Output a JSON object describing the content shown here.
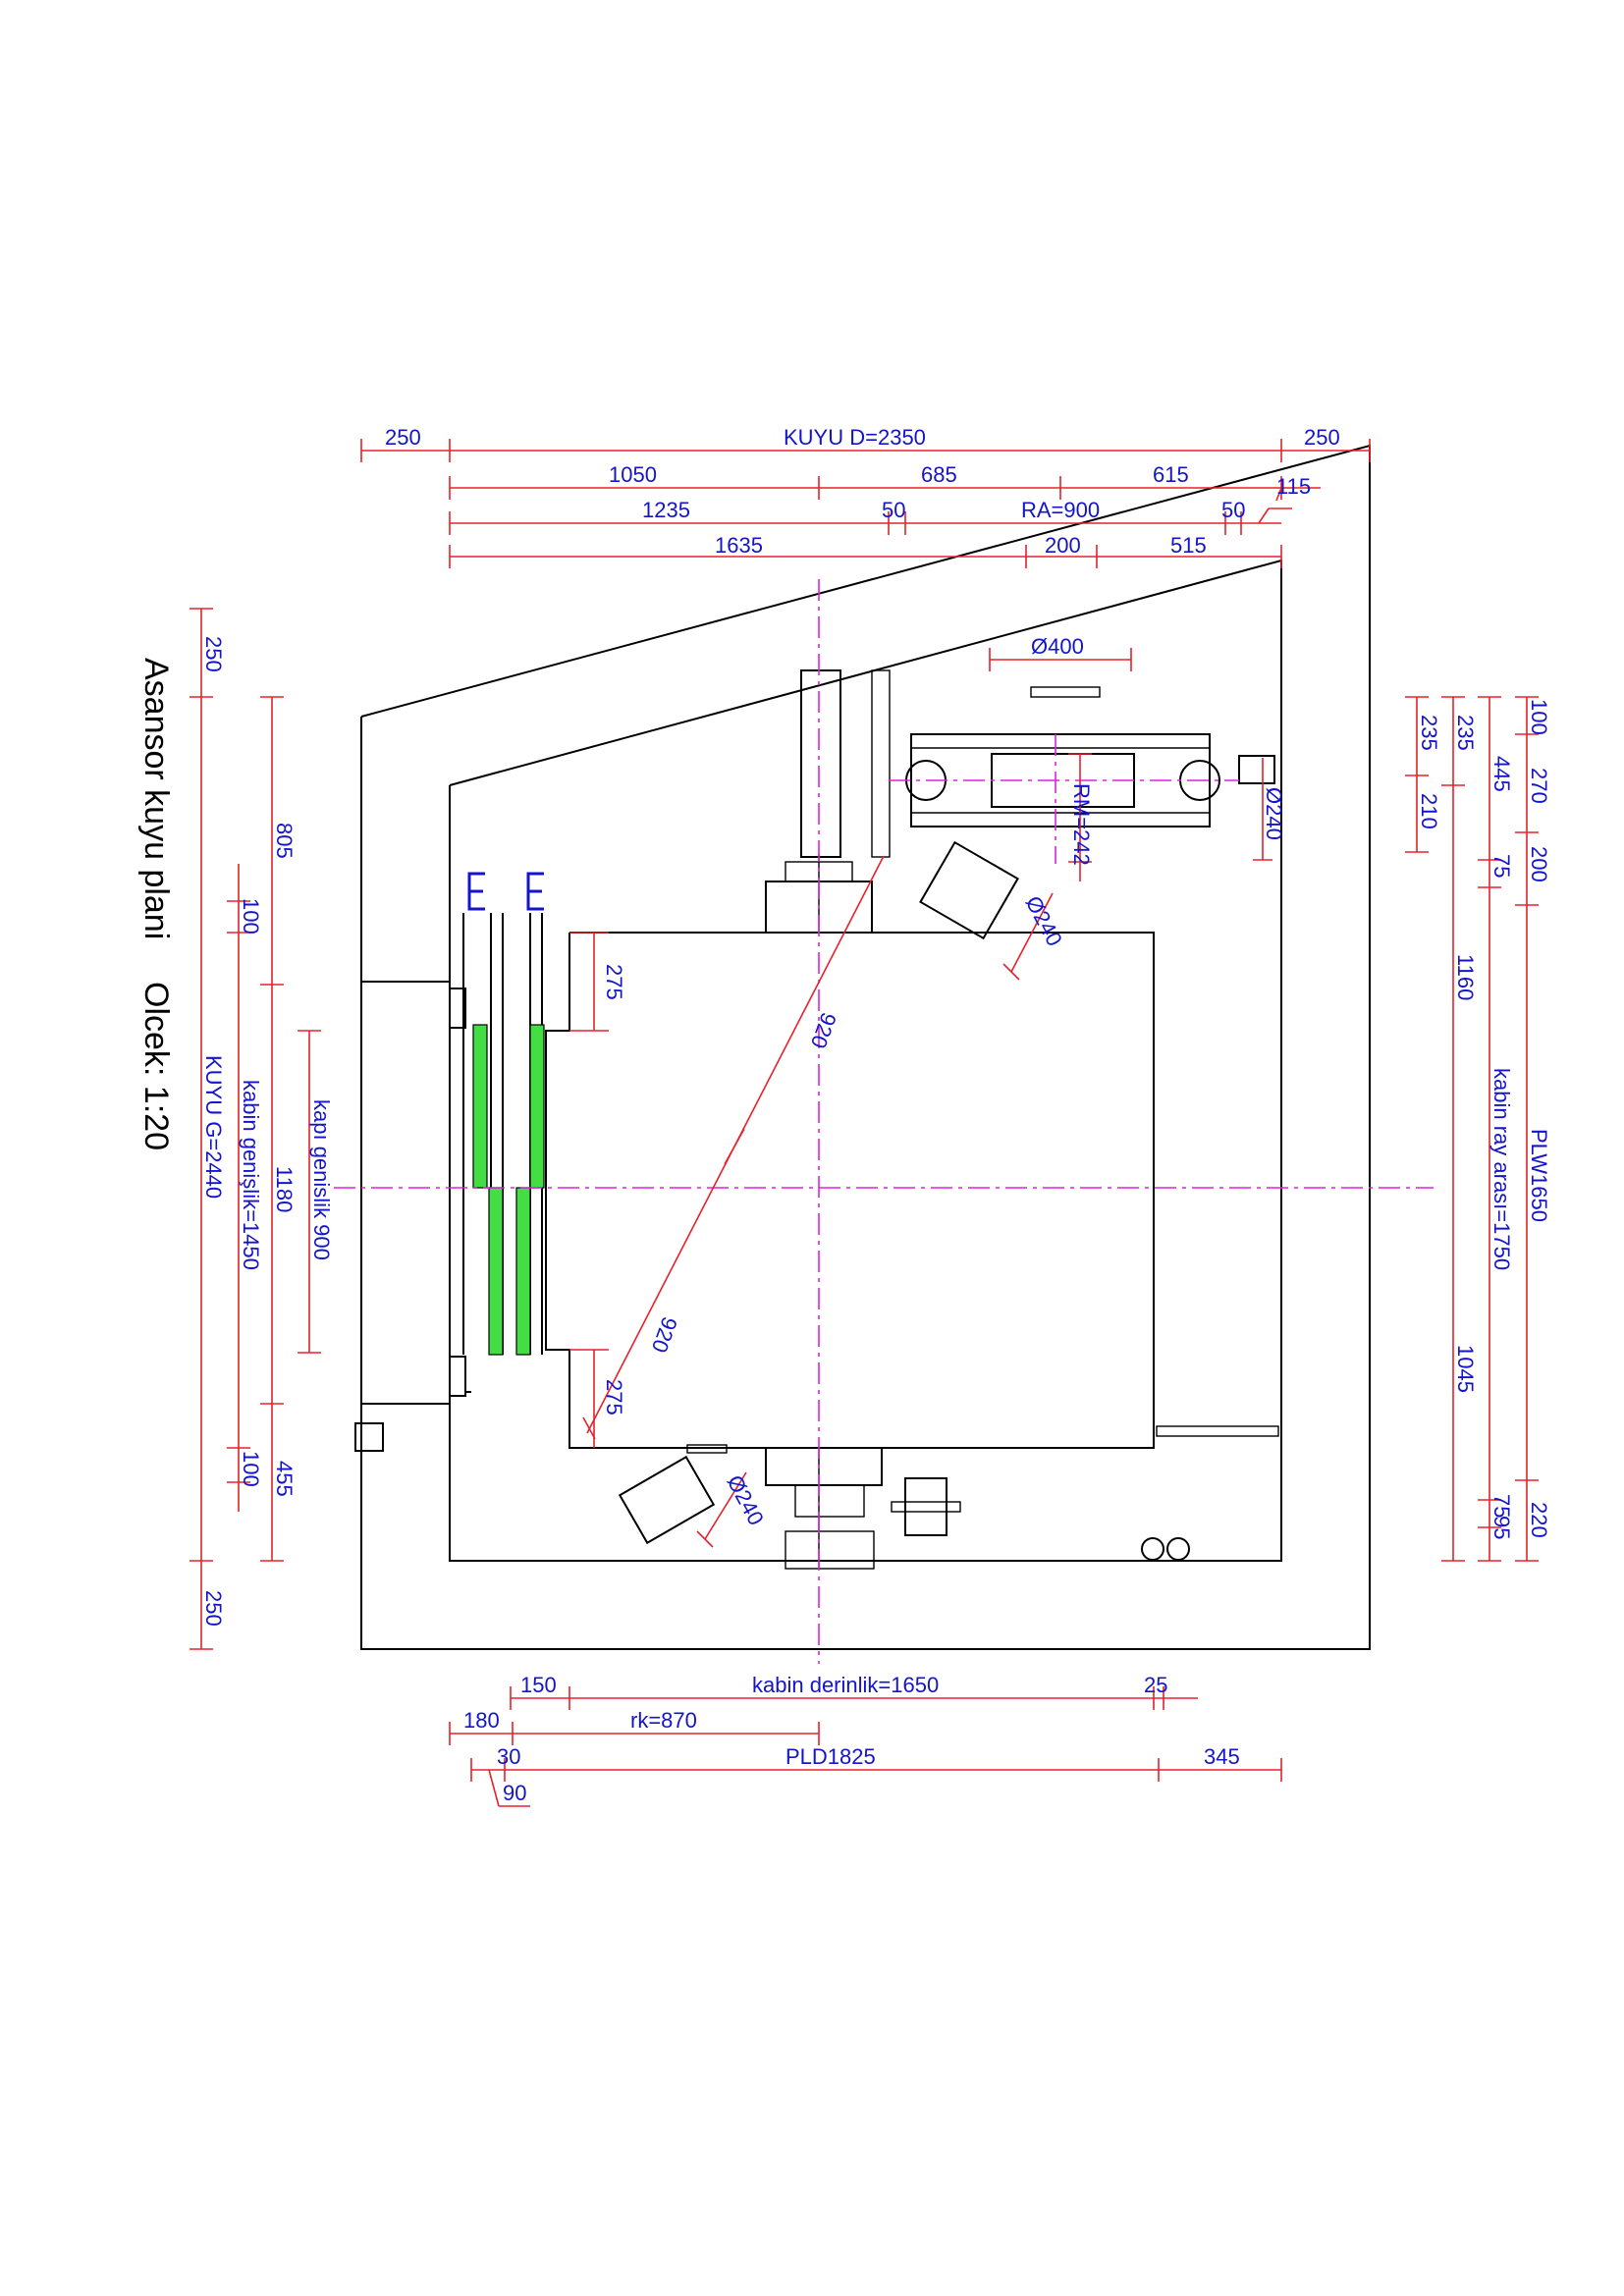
{
  "title": "Asansor kuyu plani",
  "scale": "Olcek: 1:20",
  "colors": {
    "dimension_line": "#e8202a",
    "dimension_text": "#1414cc",
    "outline": "#000000",
    "center_line": "#e020e0",
    "door_panel": "#44dd44"
  },
  "top_dims": {
    "row1": [
      "250",
      "KUYU D=2350",
      "250"
    ],
    "row2": [
      "1050",
      "685",
      "615",
      "115"
    ],
    "row3": [
      "1235",
      "50",
      "RA=900",
      "50"
    ],
    "row4": [
      "1635",
      "200",
      "515"
    ]
  },
  "bottom_dims": {
    "row1": [
      "150",
      "kabin derinlik=1650",
      "25"
    ],
    "row2": [
      "180",
      "rk=870"
    ],
    "row3": [
      "30",
      "PLD1825",
      "345"
    ],
    "row4": [
      "90"
    ]
  },
  "left_dims": {
    "outer": [
      "250",
      "KUYU G=2440",
      "250"
    ],
    "cabin": [
      "100",
      "kabin genişlik=1450",
      "100"
    ],
    "wall": [
      "805",
      "1180",
      "455"
    ],
    "door": "kapı genislik 900"
  },
  "right_dims": {
    "col1": [
      "235",
      "210"
    ],
    "col2": [
      "235",
      "1160",
      "1045"
    ],
    "col3": [
      "445",
      "75",
      "kabin ray arası=1750",
      "75",
      "95"
    ],
    "col4": [
      "100",
      "270",
      "200",
      "PLW1650",
      "220"
    ]
  },
  "inner_labels": {
    "diag_upper": "920",
    "diag_lower": "920",
    "cabin_top_offset": "275",
    "cabin_bottom_offset": "275",
    "pulley": "Ø400",
    "rm": "RM=242",
    "d240_right": "Ø240",
    "d240_top": "Ø240",
    "d240_bottom": "Ø240"
  }
}
